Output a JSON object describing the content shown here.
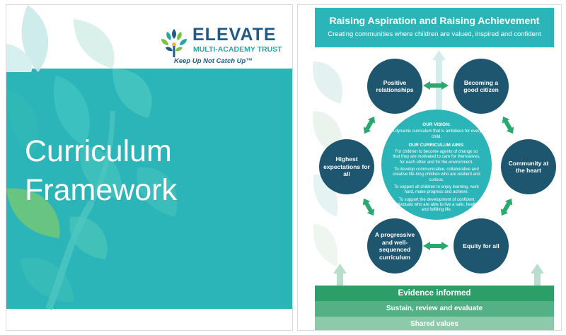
{
  "cover": {
    "logo_name": "ELEVATE",
    "logo_sub": "MULTI-ACADEMY TRUST",
    "logo_tag": "Keep Up Not Catch Up™",
    "title_line1": "Curriculum",
    "title_line2": "Framework",
    "colors": {
      "band": "#2cb5b9",
      "navy": "#1f5a88",
      "teal": "#2ba7a2"
    }
  },
  "framework": {
    "header_title": "Raising Aspiration and Raising Achievement",
    "header_subtitle": "Creating communities where children are valued, inspired and confident",
    "nodes": {
      "positive": "Positive relationships",
      "citizen": "Becoming a good citizen",
      "community": "Community at the heart",
      "equity": "Equity for all",
      "progressive": "A progressive and well-sequenced curriculum",
      "expectations": "Highest expectations for all"
    },
    "core": {
      "vision_heading": "OUR VISION:",
      "vision_text": "A dynamic curriculum that is ambitious for every child.",
      "aims_heading": "OUR CURRICULUM AIMS:",
      "aim1": "For children to become agents of change so that they are motivated to care for themselves, for each other and for the environment.",
      "aim2": "To develop communicative, collaborative and creative life-long children who are resilient and curious.",
      "aim3": "To support all children to enjoy learning, work hard, make progress and achieve.",
      "aim4": "To support the development of confident individuals who are able to live a safe, healthy and fulfilling life."
    },
    "bars": {
      "evidence": "Evidence informed",
      "sustain": "Sustain, review and evaluate",
      "shared": "Shared values"
    },
    "colors": {
      "node": "#1e5670",
      "core": "#2cb5b9",
      "arrow": "#2aa870",
      "bar1": "#2c9f69",
      "bar2": "#54b186",
      "bar3": "#8ccaab"
    }
  }
}
